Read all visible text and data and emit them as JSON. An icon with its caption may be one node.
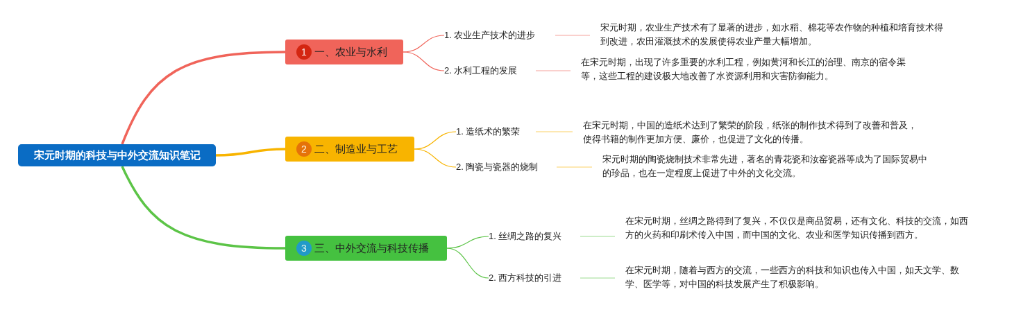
{
  "diagram": {
    "nodes": [
      {
        "text": [
          "宋元时期的科技与中外交流知识笔记"
        ]
      },
      {
        "text": [
          "1",
          "一、农业与水利"
        ]
      },
      {
        "text": [
          "1. 农业生产技术的进步"
        ]
      },
      {
        "text": [
          "宋元时期，农业生产技术有了显著的进步，如水稻、棉花等农作物的种植和培育技术得到改进，农田灌溉技术的发展使得农业产量大幅增加。"
        ]
      },
      {
        "text": [
          "2. 水利工程的发展"
        ]
      },
      {
        "text": [
          "在宋元时期，出现了许多重要的水利工程，例如黄河和长江的治理、南京的宿令渠等，这些工程的建设极大地改善了水资源利用和灾害防御能力。"
        ]
      },
      {
        "text": [
          "2",
          "二、制造业与工艺"
        ]
      },
      {
        "text": [
          "1. 造纸术的繁荣"
        ]
      },
      {
        "text": [
          "在宋元时期，中国的造纸术达到了繁荣的阶段，纸张的制作技术得到了改善和普及，使得书籍的制作更加方便、廉价，也促进了文化的传播。"
        ]
      },
      {
        "text": [
          "2. 陶瓷与瓷器的烧制"
        ]
      },
      {
        "text": [
          "宋元时期的陶瓷烧制技术非常先进，著名的青花瓷和汝窑瓷器等成为了国际贸易中的珍品，也在一定程度上促进了中外的文化交流。"
        ]
      },
      {
        "text": [
          "3",
          "三、中外交流与科技传播"
        ]
      },
      {
        "text": [
          "1. 丝绸之路的复兴"
        ]
      },
      {
        "text": [
          "在宋元时期，丝绸之路得到了复兴，不仅仅是商品贸易，还有文化、科技的交流，如西方的火药和印刷术传入中国，而中国的文化、农业和医学知识传播到西方。"
        ]
      },
      {
        "text": [
          "2. 西方科技的引进"
        ]
      },
      {
        "text": [
          "在宋元时期，随着与西方的交流，一些西方的科技和知识也传入中国，如天文学、数学、医学等，对中国的科技发展产生了积极影响。"
        ]
      }
    ],
    "edges": [
      {
        "from": 0,
        "to": 1,
        "arrow": "none",
        "style": "thick",
        "color": "#f0645a"
      },
      {
        "from": 1,
        "to": 2,
        "arrow": "none",
        "color": "#f0645a"
      },
      {
        "from": 2,
        "to": 3,
        "arrow": "none",
        "color": "#f0645a"
      },
      {
        "from": 1,
        "to": 4,
        "arrow": "none",
        "color": "#f0645a"
      },
      {
        "from": 4,
        "to": 5,
        "arrow": "none",
        "color": "#f0645a"
      },
      {
        "from": 0,
        "to": 6,
        "arrow": "none",
        "style": "thick",
        "color": "#f8b400"
      },
      {
        "from": 6,
        "to": 7,
        "arrow": "none",
        "color": "#f8b400"
      },
      {
        "from": 7,
        "to": 8,
        "arrow": "none",
        "color": "#f8b400"
      },
      {
        "from": 6,
        "to": 9,
        "arrow": "none",
        "color": "#f8b400"
      },
      {
        "from": 9,
        "to": 10,
        "arrow": "none",
        "color": "#f8b400"
      },
      {
        "from": 0,
        "to": 11,
        "arrow": "none",
        "style": "thick",
        "color": "#5cc447"
      },
      {
        "from": 11,
        "to": 12,
        "arrow": "none",
        "color": "#5cc447"
      },
      {
        "from": 12,
        "to": 13,
        "arrow": "none",
        "color": "#5cc447"
      },
      {
        "from": 11,
        "to": 14,
        "arrow": "none",
        "color": "#5cc447"
      },
      {
        "from": 14,
        "to": 15,
        "arrow": "none",
        "color": "#5cc447"
      }
    ]
  }
}
